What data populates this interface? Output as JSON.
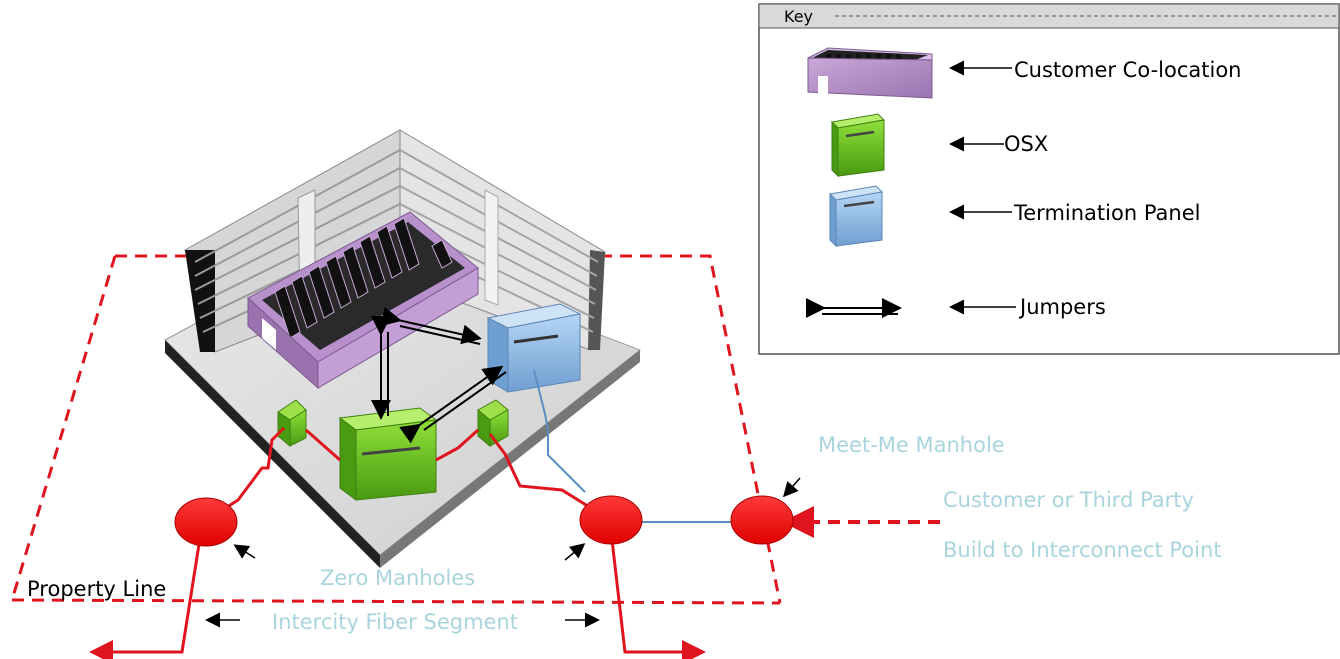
{
  "key": {
    "title": "Key",
    "items": [
      {
        "label": "Customer Co-location",
        "icon": "colocation-cage-icon"
      },
      {
        "label": "OSX",
        "icon": "osx-cabinet-icon"
      },
      {
        "label": "Termination Panel",
        "icon": "termination-panel-icon"
      },
      {
        "label": "Jumpers",
        "icon": "double-arrow-icon"
      }
    ]
  },
  "labels": {
    "meet_me_manhole": "Meet-Me Manhole",
    "customer_third_party": "Customer or Third Party",
    "build_to_interconnect": "Build to Interconnect Point",
    "zero_manholes": "Zero Manholes",
    "property_line": "Property Line",
    "intercity_fiber": "Intercity Fiber Segment"
  },
  "colors": {
    "colocation": "#b08ac2",
    "osx": "#6fbf2a",
    "termination_panel": "#8fb9e6",
    "manhole": "#ff1a1a",
    "fiber": "#e0141e",
    "customer_fiber": "#5b8fc4",
    "callout_text": "#a9d4dd"
  }
}
